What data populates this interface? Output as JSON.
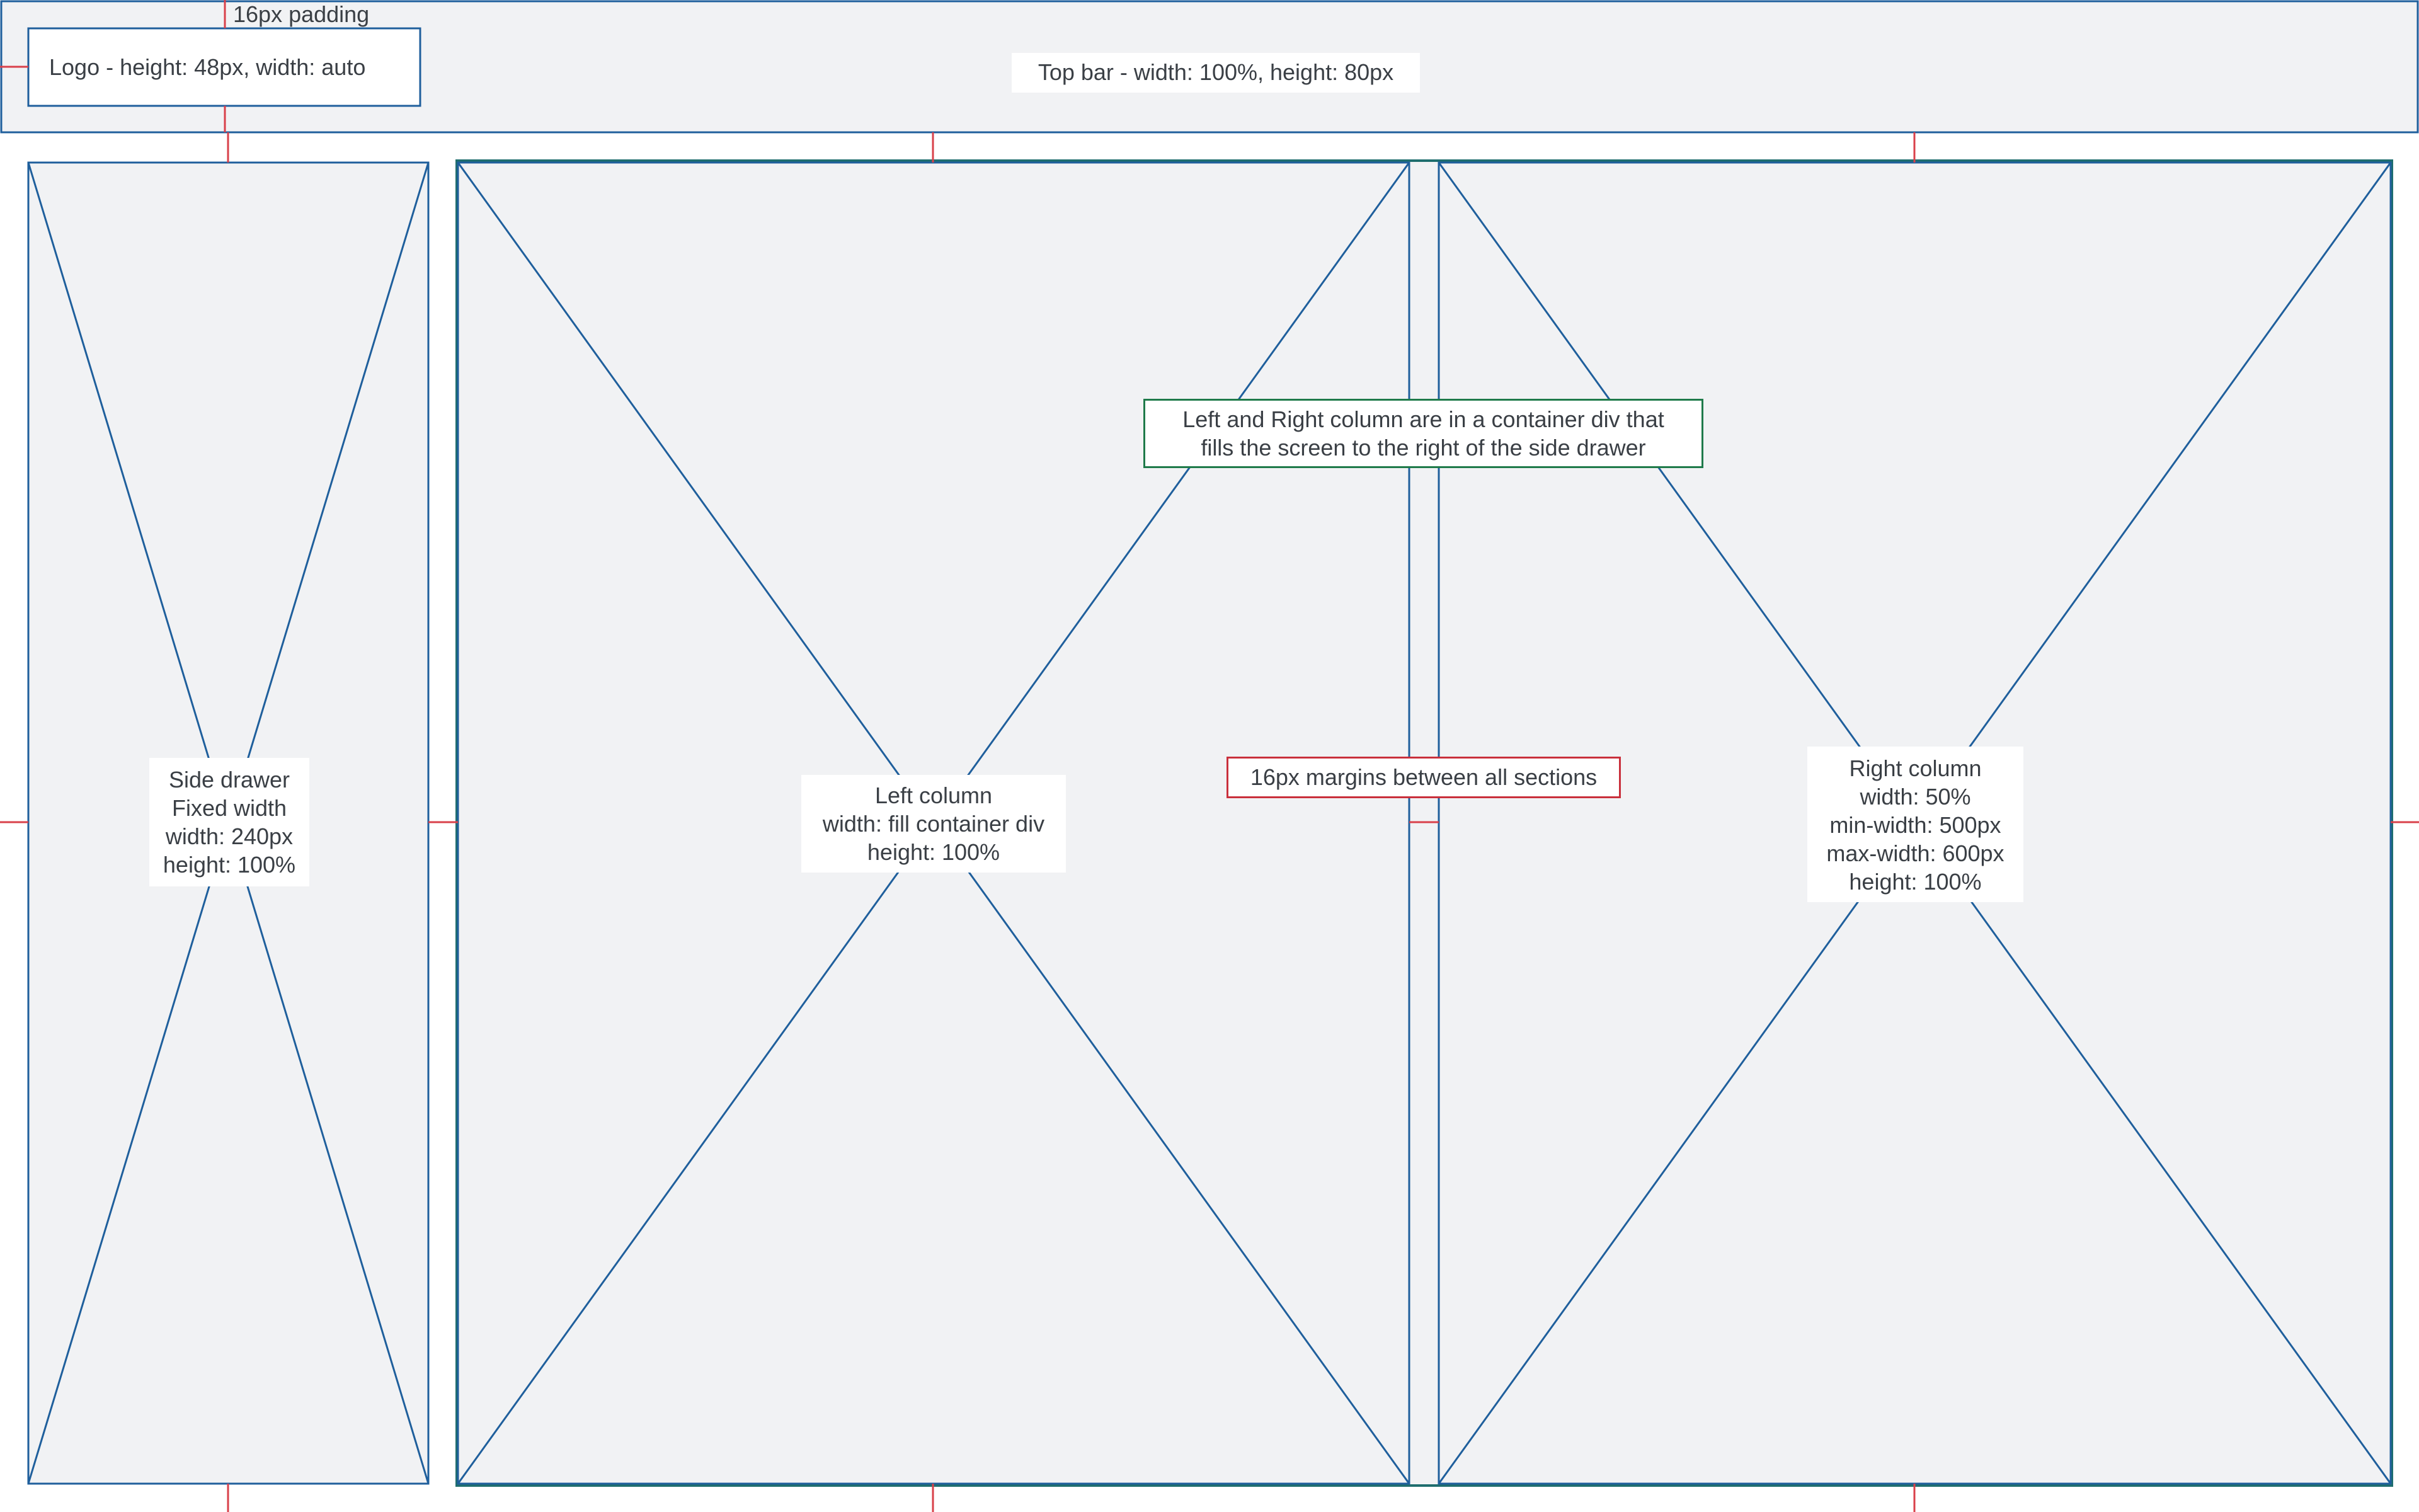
{
  "colors": {
    "background": "#ffffff",
    "panel_fill": "#f1f2f4",
    "outline_blue": "#1f5f9c",
    "outline_teal": "#1f6e6e",
    "guide_red": "#d9404a",
    "note_green": "#1f7a4a",
    "text": "#3a3f45"
  },
  "top_bar": {
    "padding_note": "16px padding",
    "logo_label": "Logo - height: 48px, width: auto",
    "label": "Top bar - width: 100%, height: 80px"
  },
  "side_drawer": {
    "lines": [
      "Side drawer",
      "Fixed width",
      "width: 240px",
      "height: 100%"
    ]
  },
  "left_column": {
    "lines": [
      "Left column",
      "width: fill container div",
      "height: 100%"
    ]
  },
  "right_column": {
    "lines": [
      "Right column",
      "width: 50%",
      "min-width: 500px",
      "max-width: 600px",
      "height: 100%"
    ]
  },
  "container_note": {
    "lines": [
      "Left and Right column are in a container div that",
      "fills the screen to the right of the side drawer"
    ]
  },
  "margin_note": {
    "text": "16px margins between all sections"
  }
}
